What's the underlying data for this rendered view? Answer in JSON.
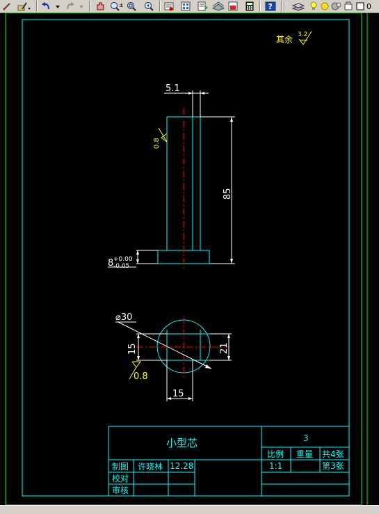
{
  "toolbar": {
    "layer_value": "0"
  },
  "drawing": {
    "roughness_note": "其余",
    "roughness_value": "3.2",
    "dim_top": "5.1",
    "dim_length": "85",
    "dim_shaft_roughness": "0.8",
    "dim_head_height": "8",
    "dim_tol_upper": "+0.00",
    "dim_tol_lower": "-0.05",
    "dim_diameter": "⌀30",
    "dim_slot_height": "15",
    "dim_flat": "21",
    "dim_slot_width": "15",
    "dim_face_roughness": "0.8"
  },
  "title_block": {
    "part_name": "小型芯",
    "drawing_no": "3",
    "scale_label": "比例",
    "weight_label": "重量",
    "total_sheets": "共4张",
    "scale_value": "1:1",
    "sheet_no": "第3张",
    "drawn_label": "制图",
    "drawn_by": "许晓林",
    "drawn_date": "12.28",
    "checked_label": "校对",
    "approved_label": "审核"
  },
  "colors": {
    "line": "#00ffff",
    "dimension": "#ffffff",
    "center": "#ff0000",
    "annotation": "#ffff00",
    "border": "#00ff00"
  }
}
